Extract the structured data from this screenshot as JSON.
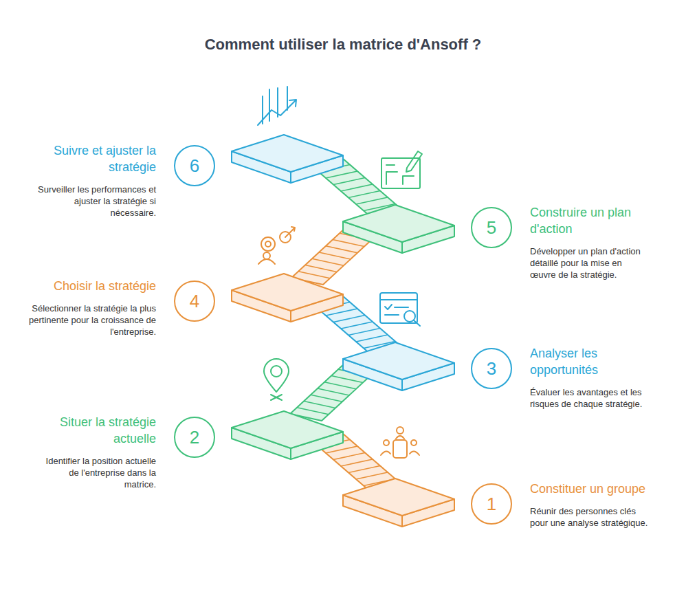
{
  "diagram": {
    "title": "Comment utiliser la matrice d'Ansoff ?",
    "nodes": [
      {
        "text": [
          "1",
          "Constituer un groupe",
          "Réunir des personnes clés pour une analyse stratégique."
        ]
      },
      {
        "text": [
          "2",
          "Situer la stratégie actuelle",
          "Identifier la position actuelle de l'entreprise dans la matrice."
        ]
      },
      {
        "text": [
          "3",
          "Analyser les opportunités",
          "Évaluer les avantages et les risques de chaque stratégie."
        ]
      },
      {
        "text": [
          "4",
          "Choisir la stratégie",
          "Sélectionner la stratégie la plus pertinente pour la croissance de l'entreprise."
        ]
      },
      {
        "text": [
          "5",
          "Construire un plan d'action",
          "Développer un plan d'action détaillé pour la mise en œuvre de la stratégie."
        ]
      },
      {
        "text": [
          "6",
          "Suivre et ajuster la stratégie",
          "Surveiller les performances et ajuster la stratégie si nécessaire."
        ]
      }
    ]
  }
}
